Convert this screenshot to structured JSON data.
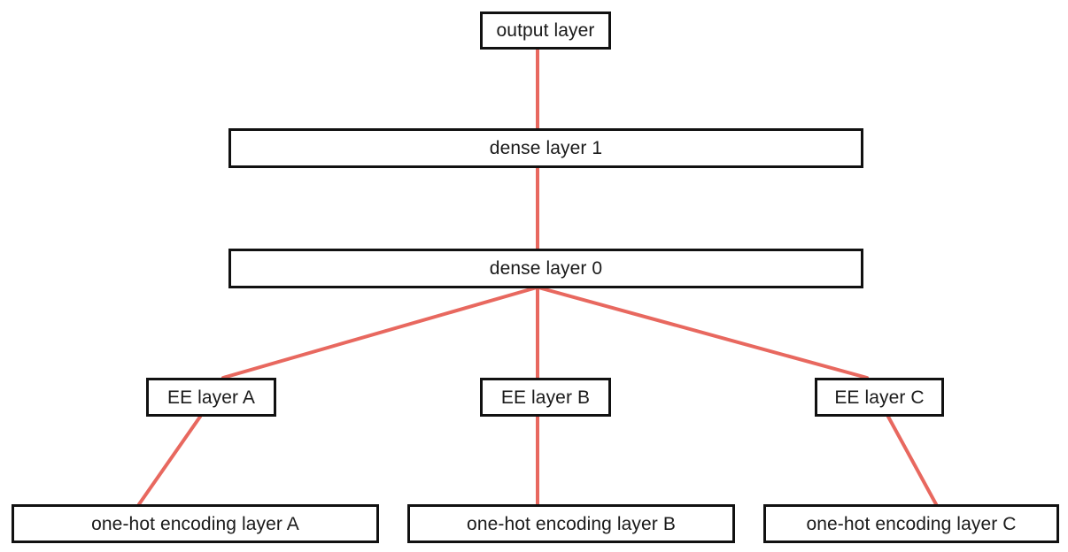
{
  "diagram": {
    "title": "neural network layer diagram",
    "background_color": "#ffffff",
    "box_border_color": "#111111",
    "edge_color": "#e8685f",
    "text_color": "#1a1a1a",
    "nodes": [
      {
        "id": "output-layer",
        "label": "output layer"
      },
      {
        "id": "dense-layer-1",
        "label": "dense layer 1"
      },
      {
        "id": "dense-layer-0",
        "label": "dense layer 0"
      },
      {
        "id": "ee-layer-a",
        "label": "EE layer A"
      },
      {
        "id": "ee-layer-b",
        "label": "EE layer B"
      },
      {
        "id": "ee-layer-c",
        "label": "EE layer C"
      },
      {
        "id": "one-hot-layer-a",
        "label": "one-hot encoding layer A"
      },
      {
        "id": "one-hot-layer-b",
        "label": "one-hot encoding layer B"
      },
      {
        "id": "one-hot-layer-c",
        "label": "one-hot encoding layer C"
      }
    ],
    "edges": [
      {
        "id": "edge-dense1-to-output",
        "from": "dense-layer-1",
        "to": "output-layer"
      },
      {
        "id": "edge-dense0-to-dense1",
        "from": "dense-layer-0",
        "to": "dense-layer-1"
      },
      {
        "id": "edge-ee-a-to-dense0",
        "from": "ee-layer-a",
        "to": "dense-layer-0"
      },
      {
        "id": "edge-ee-b-to-dense0",
        "from": "ee-layer-b",
        "to": "dense-layer-0"
      },
      {
        "id": "edge-ee-c-to-dense0",
        "from": "ee-layer-c",
        "to": "dense-layer-0"
      },
      {
        "id": "edge-onehot-a-to-ee-a",
        "from": "one-hot-layer-a",
        "to": "ee-layer-a"
      },
      {
        "id": "edge-onehot-b-to-ee-b",
        "from": "one-hot-layer-b",
        "to": "ee-layer-b"
      },
      {
        "id": "edge-onehot-c-to-ee-c",
        "from": "one-hot-layer-c",
        "to": "ee-layer-c"
      }
    ]
  }
}
